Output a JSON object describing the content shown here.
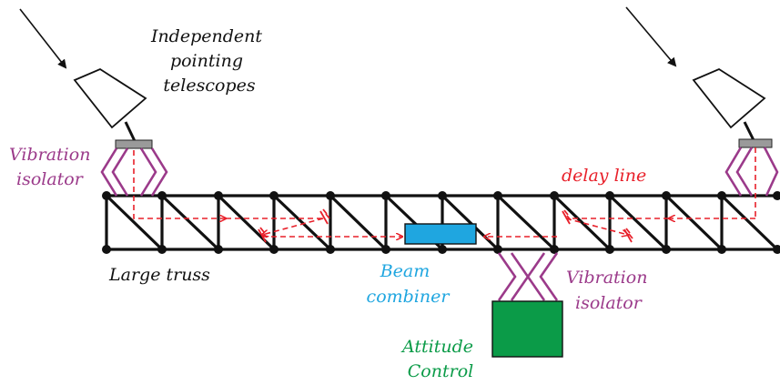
{
  "labels": {
    "telescopes": [
      "Independent",
      "pointing",
      "telescopes"
    ],
    "vibration_isolator_left": [
      "Vibration",
      "isolator"
    ],
    "vibration_isolator_center": [
      "Vibration",
      "isolator"
    ],
    "delay_line": "delay line",
    "large_truss": "Large truss",
    "beam_combiner": [
      "Beam",
      "combiner"
    ],
    "attitude_control": [
      "Attitude",
      "Control"
    ]
  },
  "colors": {
    "truss": "#111111",
    "optical_path": "#e8202a",
    "isolator": "#9b3a8a",
    "beam_combiner": "#1fa6e0",
    "attitude_control": "#0b9b48",
    "telescope_body": "#ffffff",
    "mount": "#9a9a9a",
    "text": "#111111"
  }
}
